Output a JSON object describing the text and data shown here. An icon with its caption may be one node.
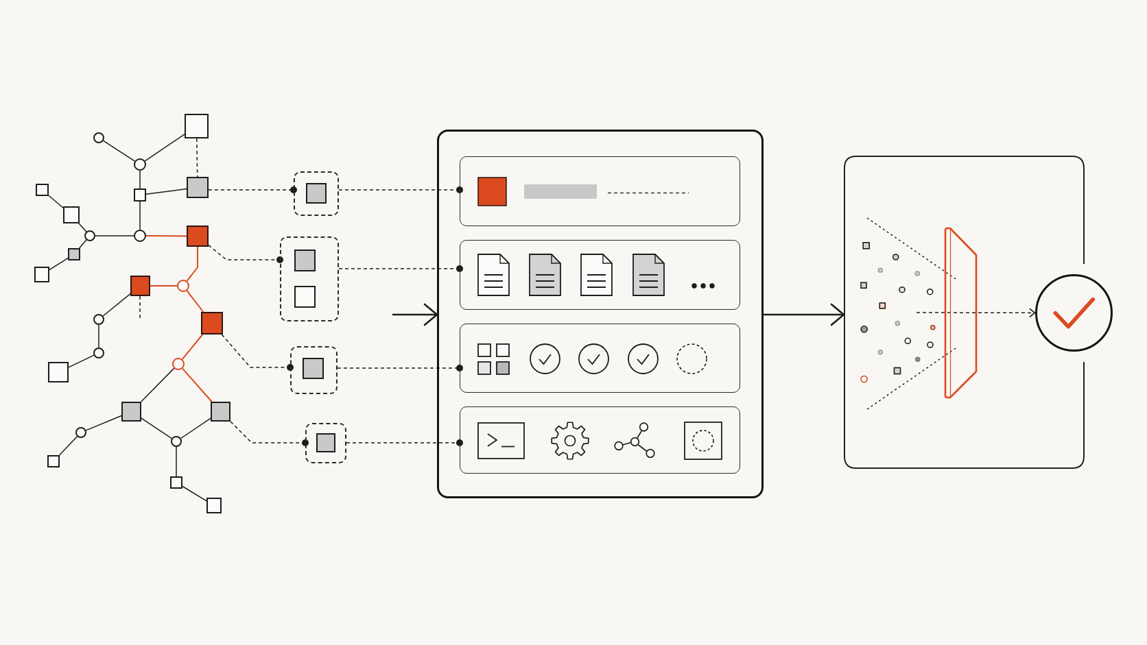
{
  "diagram": {
    "nodes": [
      {
        "text": [],
        "shape": "box"
      },
      {
        "text": [],
        "shape": "circle"
      },
      {
        "text": [],
        "shape": "circle"
      },
      {
        "text": [],
        "shape": "box"
      },
      {
        "text": [],
        "shape": "box"
      },
      {
        "text": [],
        "shape": "box"
      },
      {
        "text": [],
        "shape": "box"
      },
      {
        "text": [],
        "shape": "circle"
      },
      {
        "text": [],
        "shape": "circle"
      },
      {
        "text": [],
        "shape": "box"
      },
      {
        "text": [],
        "shape": "box"
      },
      {
        "text": [],
        "shape": "box"
      },
      {
        "text": [],
        "shape": "box"
      },
      {
        "text": [],
        "shape": "circle"
      },
      {
        "text": [],
        "shape": "box"
      },
      {
        "text": [],
        "shape": "circle"
      },
      {
        "text": [],
        "shape": "circle"
      },
      {
        "text": [],
        "shape": "box"
      },
      {
        "text": [],
        "shape": "circle"
      },
      {
        "text": [],
        "shape": "box"
      },
      {
        "text": [],
        "shape": "box"
      },
      {
        "text": [],
        "shape": "circle"
      },
      {
        "text": [],
        "shape": "circle"
      },
      {
        "text": [],
        "shape": "box"
      },
      {
        "text": [],
        "shape": "box"
      },
      {
        "text": [],
        "shape": "box"
      },
      {
        "text": [],
        "shape": "box"
      },
      {
        "text": [],
        "shape": "box",
        "in": 26
      },
      {
        "text": [],
        "shape": "box"
      },
      {
        "text": [],
        "shape": "box",
        "in": 28
      },
      {
        "text": [],
        "shape": "box",
        "in": 28
      },
      {
        "text": [],
        "shape": "box"
      },
      {
        "text": [],
        "shape": "box",
        "in": 31
      },
      {
        "text": [],
        "shape": "box"
      },
      {
        "text": [],
        "shape": "box",
        "in": 33
      },
      {
        "text": [],
        "shape": "box"
      },
      {
        "text": [],
        "shape": "box",
        "in": 35
      },
      {
        "text": [],
        "shape": "box",
        "in": 35
      },
      {
        "text": [],
        "shape": "box",
        "in": 35
      },
      {
        "text": [],
        "shape": "box",
        "in": 35
      },
      {
        "text": [],
        "shape": "box"
      },
      {
        "text": [],
        "shape": "circle"
      }
    ],
    "edges": [
      {
        "from": 1,
        "to": 2,
        "arrow": "none"
      },
      {
        "from": 2,
        "to": 0,
        "arrow": "none"
      },
      {
        "from": 0,
        "to": 3,
        "arrow": "none",
        "style": "dashed"
      },
      {
        "from": 2,
        "to": 4,
        "arrow": "none"
      },
      {
        "from": 4,
        "to": 3,
        "arrow": "none"
      },
      {
        "from": 4,
        "to": 8,
        "arrow": "none"
      },
      {
        "from": 5,
        "to": 6,
        "arrow": "none"
      },
      {
        "from": 6,
        "to": 7,
        "arrow": "none"
      },
      {
        "from": 7,
        "to": 8,
        "arrow": "none"
      },
      {
        "from": 7,
        "to": 10,
        "arrow": "none"
      },
      {
        "from": 10,
        "to": 11,
        "arrow": "none"
      },
      {
        "from": 8,
        "to": 9,
        "arrow": "none",
        "color": "#dc4a1f"
      },
      {
        "from": 9,
        "to": 13,
        "arrow": "none",
        "color": "#dc4a1f"
      },
      {
        "from": 13,
        "to": 12,
        "arrow": "none",
        "color": "#dc4a1f"
      },
      {
        "from": 13,
        "to": 14,
        "arrow": "none",
        "color": "#dc4a1f"
      },
      {
        "from": 12,
        "to": 15,
        "arrow": "none"
      },
      {
        "from": 12,
        "to": null,
        "arrow": "none",
        "style": "dashed"
      },
      {
        "from": 15,
        "to": 16,
        "arrow": "none"
      },
      {
        "from": 16,
        "to": 17,
        "arrow": "none"
      },
      {
        "from": 14,
        "to": 18,
        "arrow": "none",
        "color": "#dc4a1f"
      },
      {
        "from": 18,
        "to": 19,
        "arrow": "none"
      },
      {
        "from": 18,
        "to": 20,
        "arrow": "none",
        "color": "#dc4a1f"
      },
      {
        "from": 19,
        "to": 21,
        "arrow": "none"
      },
      {
        "from": 21,
        "to": 23,
        "arrow": "none"
      },
      {
        "from": 19,
        "to": 22,
        "arrow": "none"
      },
      {
        "from": 20,
        "to": 22,
        "arrow": "none"
      },
      {
        "from": 22,
        "to": 24,
        "arrow": "none"
      },
      {
        "from": 24,
        "to": 25,
        "arrow": "none"
      },
      {
        "from": 3,
        "to": 26,
        "arrow": "other",
        "style": "dashed"
      },
      {
        "from": 9,
        "to": 28,
        "arrow": "other",
        "style": "dashed"
      },
      {
        "from": 14,
        "to": 31,
        "arrow": "other",
        "style": "dashed"
      },
      {
        "from": 20,
        "to": 33,
        "arrow": "other",
        "style": "dashed"
      },
      {
        "from": 26,
        "to": 36,
        "arrow": "other",
        "style": "dashed"
      },
      {
        "from": 28,
        "to": 37,
        "arrow": "other",
        "style": "dashed"
      },
      {
        "from": 31,
        "to": 38,
        "arrow": "other",
        "style": "dashed"
      },
      {
        "from": 33,
        "to": 39,
        "arrow": "other",
        "style": "dashed"
      },
      {
        "from": null,
        "to": 35,
        "arrow": "to"
      },
      {
        "from": 35,
        "to": 40,
        "arrow": "to"
      },
      {
        "from": 40,
        "to": 41,
        "arrow": "to",
        "style": "dashed"
      }
    ]
  }
}
